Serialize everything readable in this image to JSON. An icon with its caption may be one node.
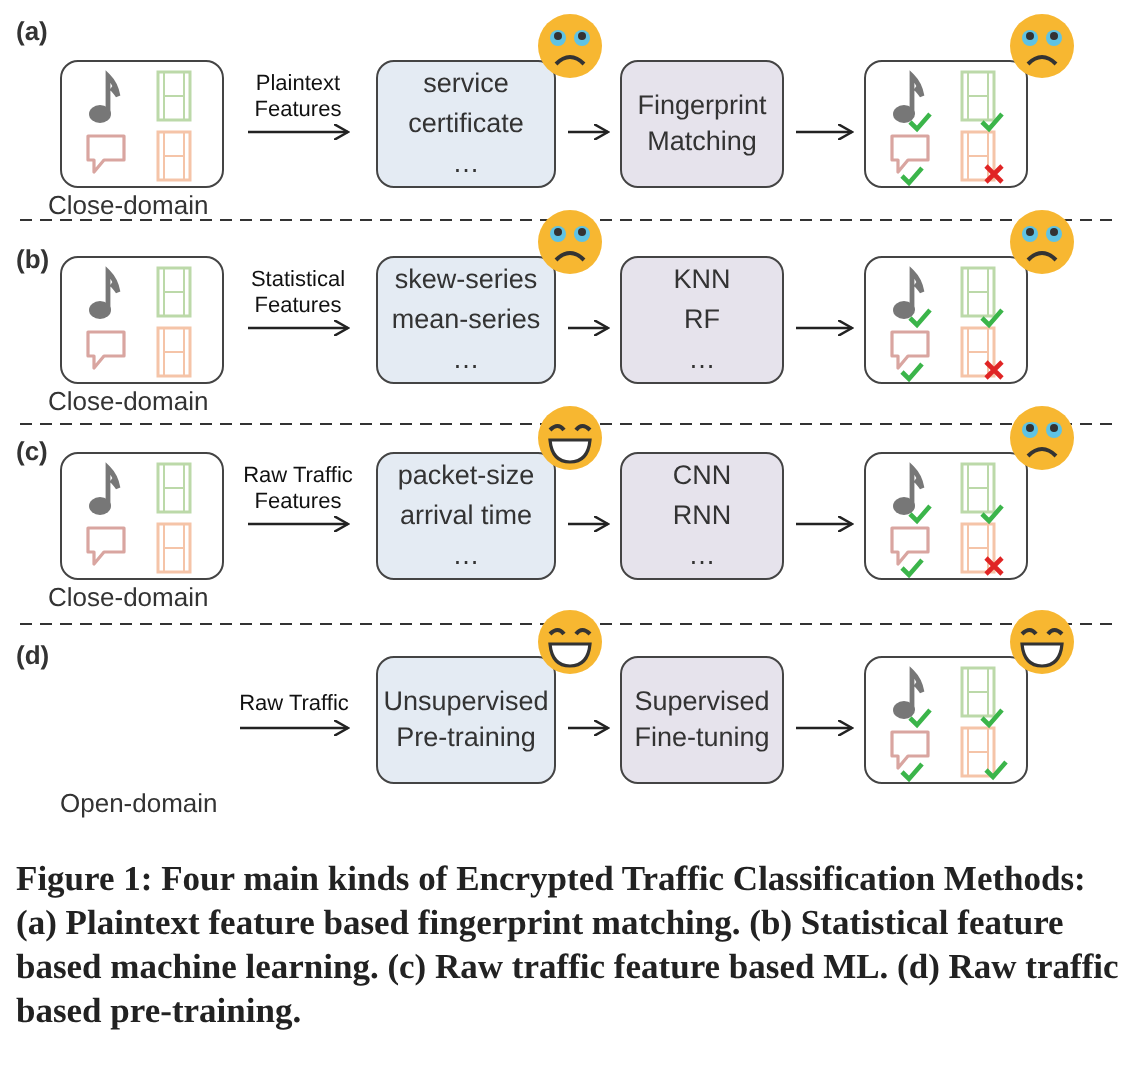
{
  "diagram": {
    "caption": "Figure 1: Four main kinds of Encrypted Traffic Classification Methods: (a) Plaintext feature based fingerprint matching. (b) Statistical feature based machine learning. (c) Raw traffic feature based ML. (d) Raw traffic based pre-training.",
    "nodes": [
      {
        "text": [],
        "shape": "box",
        "beside": [
          "Close-domain"
        ]
      },
      {
        "text": [
          "service",
          "certificate",
          "…"
        ]
      },
      {
        "text": [
          "Fingerprint Matching"
        ]
      },
      {
        "text": [],
        "shape": "box"
      },
      {
        "text": [],
        "shape": "box",
        "beside": [
          "Close-domain"
        ]
      },
      {
        "text": [
          "skew-series",
          "mean-series",
          "…"
        ]
      },
      {
        "text": [
          "KNN",
          "RF",
          "…"
        ]
      },
      {
        "text": [],
        "shape": "box"
      },
      {
        "text": [],
        "shape": "box",
        "beside": [
          "Close-domain"
        ]
      },
      {
        "text": [
          "packet-size",
          "arrival time",
          "…"
        ]
      },
      {
        "text": [
          "CNN",
          "RNN",
          "…"
        ]
      },
      {
        "text": [],
        "shape": "box"
      },
      {
        "text": [
          "Unsupervised Pre-training"
        ]
      },
      {
        "text": [
          "Supervised Fine-tuning"
        ]
      },
      {
        "text": [],
        "shape": "box"
      }
    ],
    "edges": [
      {
        "from": 0,
        "to": 1,
        "arrow": "to",
        "label": "Plaintext Features"
      },
      {
        "from": 1,
        "to": 2,
        "arrow": "to"
      },
      {
        "from": 2,
        "to": 3,
        "arrow": "to"
      },
      {
        "from": 4,
        "to": 5,
        "arrow": "to",
        "label": "Statistical Features"
      },
      {
        "from": 5,
        "to": 6,
        "arrow": "to"
      },
      {
        "from": 6,
        "to": 7,
        "arrow": "to"
      },
      {
        "from": 8,
        "to": 9,
        "arrow": "to",
        "label": "Raw Traffic Features"
      },
      {
        "from": 9,
        "to": 10,
        "arrow": "to"
      },
      {
        "from": 10,
        "to": 11,
        "arrow": "to"
      },
      {
        "from": null,
        "to": 12,
        "arrow": "to",
        "label": "Raw Traffic"
      },
      {
        "from": 12,
        "to": 13,
        "arrow": "to"
      },
      {
        "from": 13,
        "to": 14,
        "arrow": "to"
      }
    ],
    "labels": [
      "(a)",
      "(b)",
      "(c)",
      "(d)",
      "Open-domain"
    ]
  }
}
